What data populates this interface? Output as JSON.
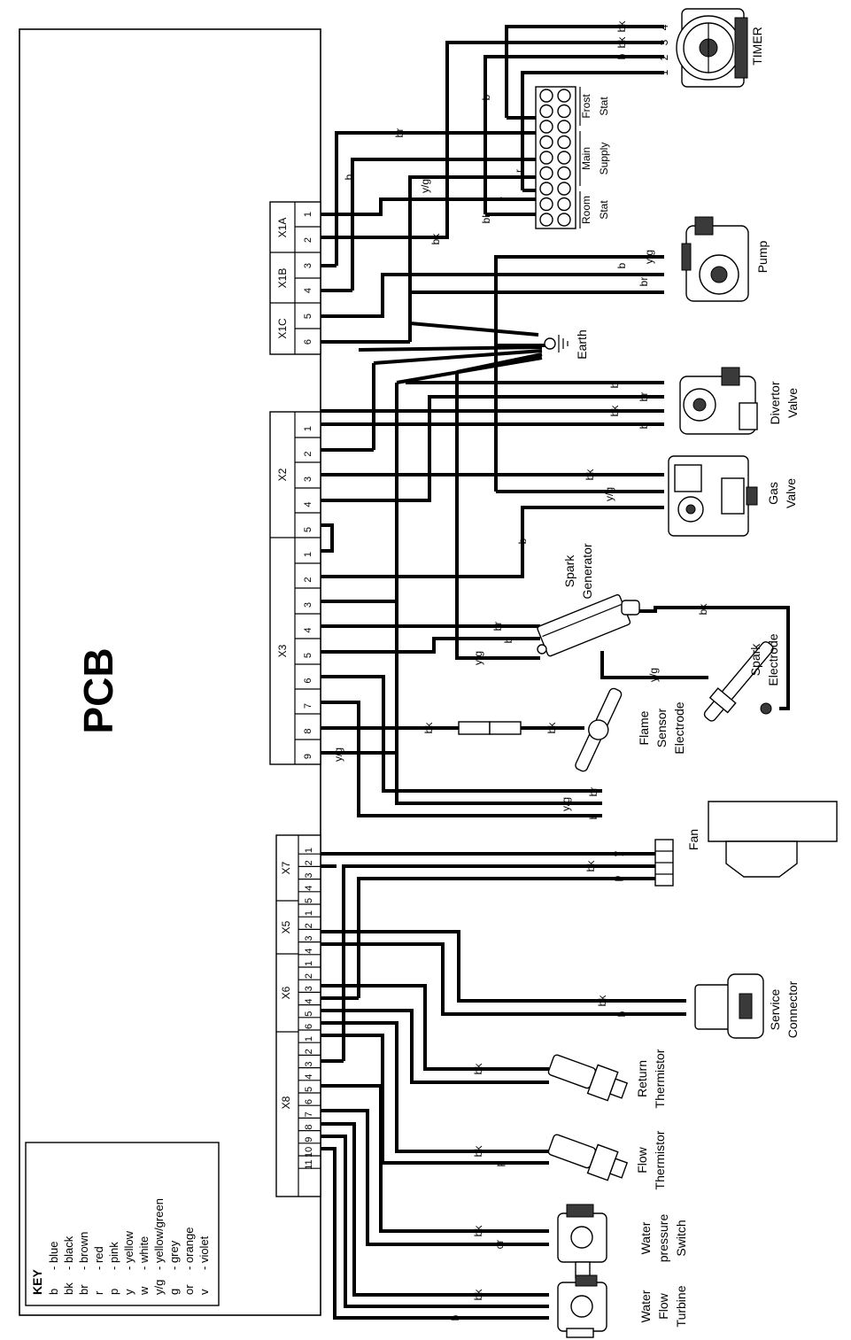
{
  "pcb": {
    "title": "PCB"
  },
  "key": {
    "title": "KEY",
    "entries": [
      {
        "code": "b",
        "desc": "- blue"
      },
      {
        "code": "bk",
        "desc": "- black"
      },
      {
        "code": "br",
        "desc": "- brown"
      },
      {
        "code": "r",
        "desc": "- red"
      },
      {
        "code": "p",
        "desc": "- pink"
      },
      {
        "code": "y",
        "desc": "- yellow"
      },
      {
        "code": "w",
        "desc": "- white"
      },
      {
        "code": "y/g",
        "desc": "- yellow/green"
      },
      {
        "code": "g",
        "desc": "- grey"
      },
      {
        "code": "or",
        "desc": "- orange"
      },
      {
        "code": "v",
        "desc": "- violet"
      }
    ]
  },
  "connectors": {
    "x1a": {
      "name": "X1A",
      "pins": [
        "1",
        "2"
      ]
    },
    "x1b": {
      "name": "X1B",
      "pins": [
        "3",
        "4"
      ]
    },
    "x1c": {
      "name": "X1C",
      "pins": [
        "5",
        "6"
      ]
    },
    "x2": {
      "name": "X2",
      "pins": [
        "1",
        "2",
        "3",
        "4",
        "5"
      ]
    },
    "x3": {
      "name": "X3",
      "pins": [
        "1",
        "2",
        "3",
        "4",
        "5",
        "6",
        "7",
        "8",
        "9"
      ]
    },
    "x7": {
      "name": "X7",
      "pins": [
        "1",
        "2",
        "3",
        "4",
        "5"
      ]
    },
    "x5": {
      "name": "X5",
      "pins": [
        "1",
        "2",
        "3",
        "4"
      ]
    },
    "x6": {
      "name": "X6",
      "pins": [
        "1",
        "2",
        "3",
        "4",
        "5",
        "6"
      ]
    },
    "x8": {
      "name": "X8",
      "pins": [
        "1",
        "2",
        "3",
        "4",
        "5",
        "6",
        "7",
        "8",
        "9",
        "10",
        "11"
      ]
    }
  },
  "components": {
    "timer": {
      "name": "TIMER",
      "terminals": [
        "4",
        "3",
        "2",
        "1"
      ],
      "wires": [
        "bk",
        "bk",
        "b",
        "r"
      ]
    },
    "terminal_block": {
      "frost": [
        "Frost",
        "Stat"
      ],
      "main": [
        "Main",
        "Supply"
      ],
      "room": [
        "Room",
        "Stat"
      ]
    },
    "pump": {
      "name": "Pump"
    },
    "earth": {
      "name": "Earth"
    },
    "divertor": {
      "name": [
        "Divertor",
        "Valve"
      ]
    },
    "gas_valve": {
      "name": [
        "Gas",
        "Valve"
      ]
    },
    "spark_generator": {
      "name": [
        "Spark",
        "Generator"
      ]
    },
    "spark_electrode": {
      "name": [
        "Spark",
        "Electrode"
      ]
    },
    "flame_sensor": {
      "name": [
        "Flame",
        "Sensor",
        "Electrode"
      ]
    },
    "fan": {
      "name": "Fan"
    },
    "service_connector": {
      "name": [
        "Service",
        "Connector"
      ]
    },
    "return_thermistor": {
      "name": [
        "Return",
        "Thermistor"
      ]
    },
    "flow_thermistor": {
      "name": [
        "Flow",
        "Thermistor"
      ]
    },
    "water_pressure_switch": {
      "name": [
        "Water",
        "pressure",
        "Switch"
      ]
    },
    "water_flow_turbine": {
      "name": [
        "Water",
        "Flow",
        "Turbine"
      ]
    }
  },
  "wire_labels": {
    "br": "br",
    "b": "b",
    "bk": "bk",
    "r": "r",
    "yg": "y/g",
    "y": "y",
    "p": "p",
    "or": "or"
  }
}
